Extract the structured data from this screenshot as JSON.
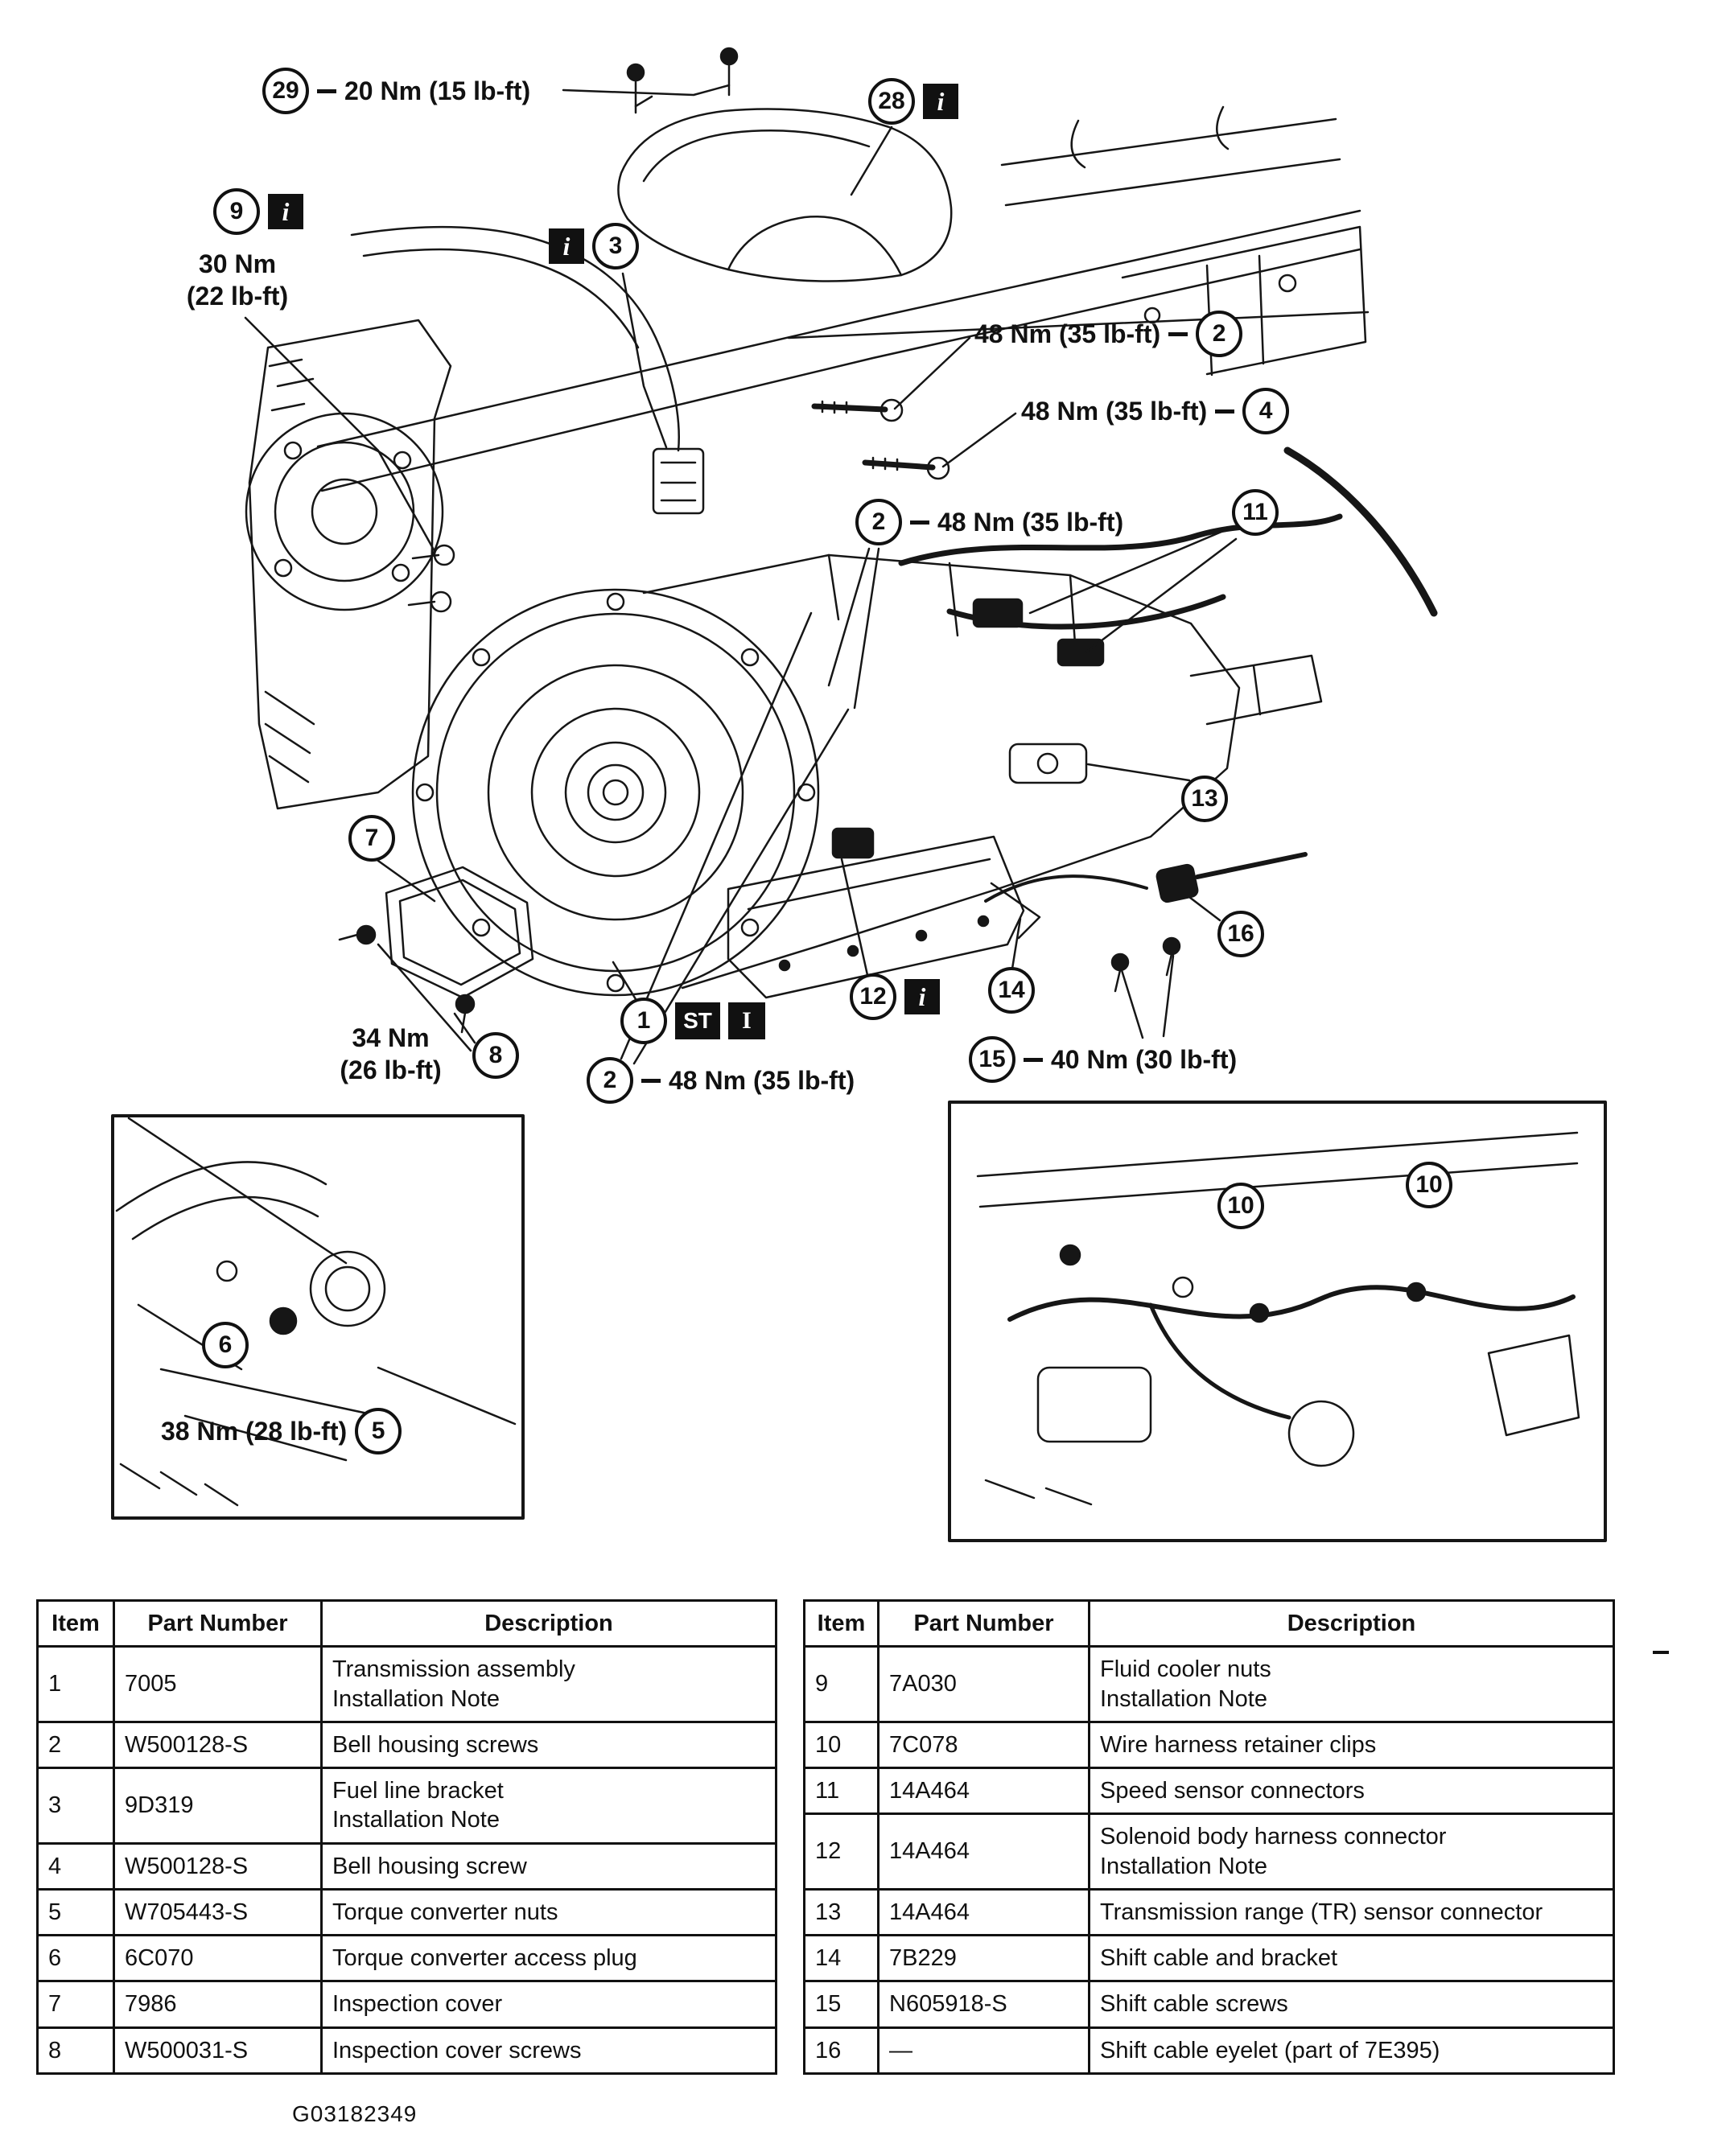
{
  "figure_id": "G03182349",
  "icons": {
    "info": "i",
    "special_tool": "ST",
    "note": "I"
  },
  "callouts": {
    "c29": {
      "num": "29",
      "label": "20 Nm (15 lb-ft)"
    },
    "c28": {
      "num": "28"
    },
    "c9": {
      "num": "9",
      "label_line1": "30 Nm",
      "label_line2": "(22 lb-ft)"
    },
    "c3": {
      "num": "3"
    },
    "c2_top": {
      "num": "2",
      "label": "48 Nm (35 lb-ft)"
    },
    "c4": {
      "num": "4",
      "label": "48 Nm (35 lb-ft)"
    },
    "c2_mid": {
      "num": "2",
      "label": "48 Nm (35 lb-ft)"
    },
    "c11": {
      "num": "11"
    },
    "c13": {
      "num": "13"
    },
    "c7": {
      "num": "7"
    },
    "c16": {
      "num": "16"
    },
    "c1": {
      "num": "1"
    },
    "c12": {
      "num": "12"
    },
    "c14": {
      "num": "14"
    },
    "c8": {
      "num": "8",
      "label_line1": "34 Nm",
      "label_line2": "(26 lb-ft)"
    },
    "c2_bottom": {
      "num": "2",
      "label": "48 Nm (35 lb-ft)"
    },
    "c15": {
      "num": "15",
      "label": "40 Nm (30 lb-ft)"
    },
    "c6": {
      "num": "6"
    },
    "c5": {
      "num": "5",
      "label": "38 Nm (28 lb-ft)"
    },
    "c10_left": {
      "num": "10"
    },
    "c10_right": {
      "num": "10"
    }
  },
  "table": {
    "headers": [
      "Item",
      "Part Number",
      "Description"
    ],
    "left_rows": [
      {
        "item": "1",
        "part": "7005",
        "desc": "Transmission assembly",
        "desc2": "Installation Note"
      },
      {
        "item": "2",
        "part": "W500128-S",
        "desc": "Bell housing screws"
      },
      {
        "item": "3",
        "part": "9D319",
        "desc": "Fuel line bracket",
        "desc2": "Installation Note"
      },
      {
        "item": "4",
        "part": "W500128-S",
        "desc": "Bell housing screw"
      },
      {
        "item": "5",
        "part": "W705443-S",
        "desc": "Torque converter nuts"
      },
      {
        "item": "6",
        "part": "6C070",
        "desc": "Torque converter access plug"
      },
      {
        "item": "7",
        "part": "7986",
        "desc": "Inspection cover"
      },
      {
        "item": "8",
        "part": "W500031-S",
        "desc": "Inspection cover screws"
      }
    ],
    "right_rows": [
      {
        "item": "9",
        "part": "7A030",
        "desc": "Fluid cooler nuts",
        "desc2": "Installation Note"
      },
      {
        "item": "10",
        "part": "7C078",
        "desc": "Wire harness retainer clips"
      },
      {
        "item": "11",
        "part": "14A464",
        "desc": "Speed sensor connectors"
      },
      {
        "item": "12",
        "part": "14A464",
        "desc": "Solenoid body harness connector",
        "desc2": "Installation Note"
      },
      {
        "item": "13",
        "part": "14A464",
        "desc": "Transmission range (TR) sensor connector"
      },
      {
        "item": "14",
        "part": "7B229",
        "desc": "Shift cable and bracket"
      },
      {
        "item": "15",
        "part": "N605918-S",
        "desc": "Shift cable screws"
      },
      {
        "item": "16",
        "part": "—",
        "desc": "Shift cable eyelet (part of 7E395)"
      }
    ]
  },
  "margin_mark": ""
}
